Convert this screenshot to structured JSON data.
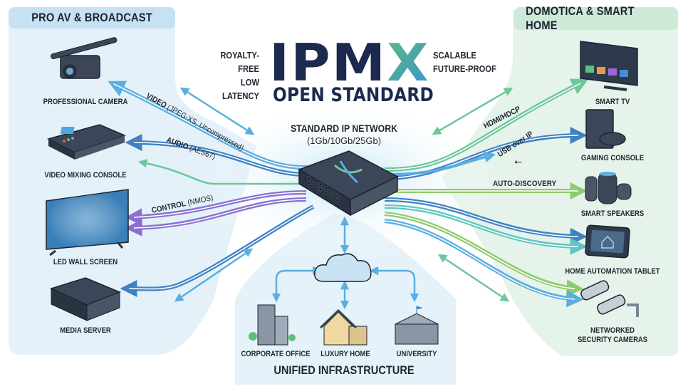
{
  "header": {
    "logo_main": "IPM",
    "logo_accent": "X",
    "subtitle": "OPEN STANDARD",
    "features_left": [
      "ROYALTY-FREE",
      "LOW LATENCY"
    ],
    "features_right": [
      "SCALABLE",
      "FUTURE-PROOF"
    ]
  },
  "network": {
    "title": "STANDARD IP NETWORK",
    "speeds": "(1Gb/10Gb/25Gb)",
    "device_icon": "network-switch-icon"
  },
  "left_panel": {
    "title": "PRO AV & BROADCAST",
    "color": "#c6e2f2",
    "devices": [
      {
        "label": "PROFESSIONAL CAMERA",
        "icon": "video-camera-icon"
      },
      {
        "label": "VIDEO MIXING CONSOLE",
        "icon": "mixing-console-icon"
      },
      {
        "label": "LED WALL SCREEN",
        "icon": "led-wall-icon"
      },
      {
        "label": "MEDIA SERVER",
        "icon": "media-server-icon"
      }
    ]
  },
  "right_panel": {
    "title": "DOMOTICA & SMART HOME",
    "color": "#cfe9d8",
    "devices": [
      {
        "label": "SMART TV",
        "icon": "smart-tv-icon"
      },
      {
        "label": "GAMING CONSOLE",
        "icon": "gaming-console-icon"
      },
      {
        "label": "SMART SPEAKERS",
        "icon": "smart-speaker-icon"
      },
      {
        "label": "HOME AUTOMATION TABLET",
        "icon": "tablet-icon"
      },
      {
        "label": "NETWORKED",
        "label2": "SECURITY CAMERAS",
        "icon": "security-camera-icon"
      }
    ]
  },
  "links": {
    "video": {
      "bold": "VIDEO",
      "rest": " (JPEG-XS, Uncompressed)"
    },
    "audio": {
      "bold": "AUDIO",
      "rest": " (AES67)"
    },
    "control": {
      "bold": "CONTROL",
      "rest": " (NMOS)"
    },
    "hdmi": "HDMI/HDCP",
    "usb": "USB over IP",
    "discovery": "AUTO-DISCOVERY"
  },
  "colors": {
    "video": "#5aaee0",
    "audio": "#3f82c4",
    "control": "#8a6fd0",
    "data": "#6cc79a",
    "discovery": "#8fcb6c",
    "navy": "#1b2a4e"
  },
  "bottom": {
    "title": "UNIFIED INFRASTRUCTURE",
    "cloud_icon": "cloud-icon",
    "sites": [
      {
        "label": "CORPORATE OFFICE",
        "icon": "office-building-icon"
      },
      {
        "label": "LUXURY HOME",
        "icon": "house-icon"
      },
      {
        "label": "UNIVERSITY",
        "icon": "university-icon"
      }
    ]
  }
}
